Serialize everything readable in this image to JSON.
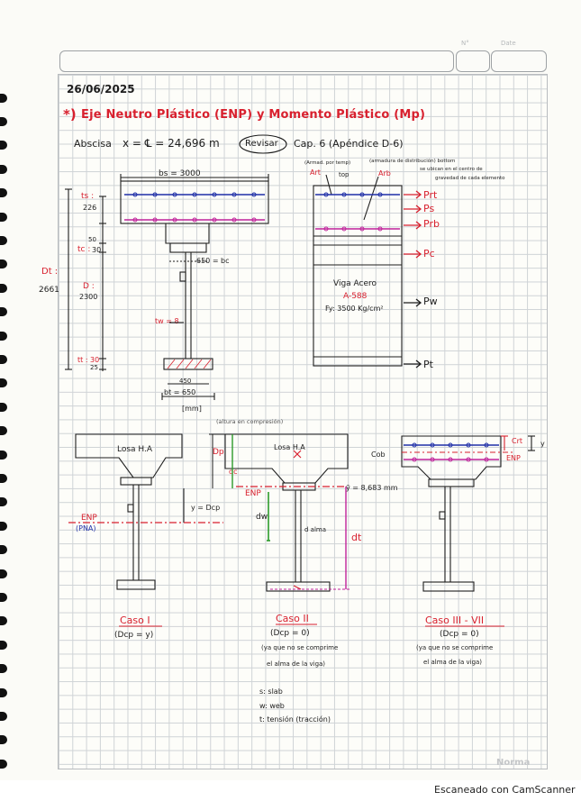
{
  "header": {
    "hint_no": "N°",
    "hint_date": "Date",
    "date": "26/06/2025"
  },
  "title": {
    "bullet": "*)",
    "text": "Eje Neutro Plástico (ENP) y Momento Plástico (Mp)"
  },
  "abscisa": {
    "prefix": "Abscisa",
    "formula": "x = ℄ = 24,696 m",
    "badge": "Revisar",
    "reference": "Cap. 6  (Apéndice D-6)"
  },
  "section_dims": {
    "bs": "bs = 3000",
    "ts_label": "ts :",
    "ts_val": "226",
    "tc_label": "tc :",
    "tc_val": "30",
    "tc_top": "50",
    "bc": "650 = bc",
    "Dt_label": "Dt :",
    "Dt_val": "2661",
    "D_label": "D :",
    "D_val": "2300",
    "tw": "tw = 8",
    "tt": "tt : 30",
    "tt_small": "25",
    "bf_inner": "450",
    "bt": "bt = 650",
    "units": "[mm]"
  },
  "force_diagram": {
    "note_left": "(Armad. por temp)",
    "note_right": "(armadura de distribución) bottom",
    "note_right2": "se ubican en el centro de",
    "note_right3": "gravedad de cada elemento",
    "Art": "Art",
    "top": "top",
    "Arb": "Arb",
    "forces": [
      "Prt",
      "Ps",
      "Prb",
      "Pc",
      "Pw",
      "Pt"
    ],
    "beam_label": "Viga Acero",
    "steel": "A-588",
    "fy": "Fy: 3500 Kg/cm²"
  },
  "cases": {
    "annotation": "(altura en compresión)",
    "losa": "Losa H.A",
    "losa_mid": "Losa H.A",
    "Dp": "Dp",
    "dc": "dc",
    "enp_mid": "ENP",
    "ybar": "ȳ = 8,683 mm",
    "y_dcp": "y = Dcp",
    "enp_left": "ENP",
    "pna": "(PNA)",
    "dw": "dw",
    "dalma": "d alma",
    "dt": "dt",
    "cob": "Cob",
    "crt": "Crt",
    "y_right": "y",
    "enp_right": "ENP",
    "caso1": "Caso I",
    "caso1_sub": "(Dcp = y)",
    "caso2": "Caso II",
    "caso2_sub": "(Dcp = 0)",
    "caso2_note1": "(ya que no se comprime",
    "caso2_note2": "el alma de la viga)",
    "caso3": "Caso III - VII",
    "caso3_sub": "(Dcp = 0)",
    "caso3_note1": "(ya que no se comprime",
    "caso3_note2": "el alma de la viga)"
  },
  "legend": {
    "s": "s: slab",
    "w": "w: web",
    "t": "t: tensión (tracción)"
  },
  "brand": "Norma",
  "footer": "Escaneado con CamScanner",
  "colors": {
    "ink": "#1d1d1d",
    "red": "#d8202e",
    "blue": "#1f2fa8",
    "magenta": "#c0239a",
    "green": "#2c9a2a",
    "grid": "#cfd3d6"
  }
}
